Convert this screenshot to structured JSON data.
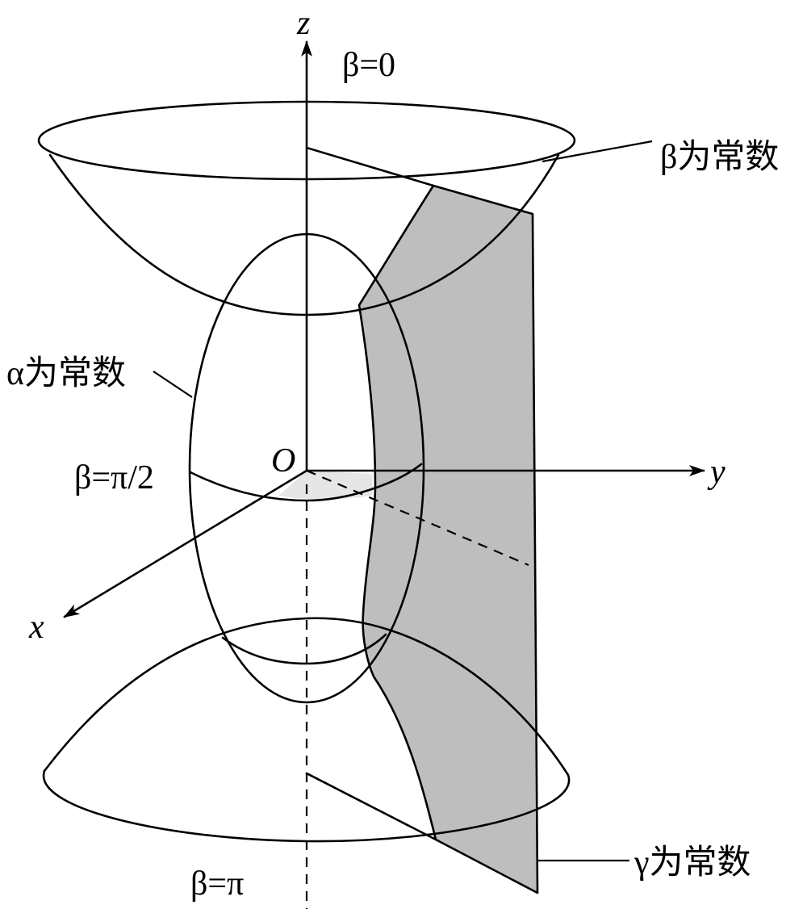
{
  "axes": {
    "z": "z",
    "y": "y",
    "x": "x",
    "origin": "O"
  },
  "labels": {
    "beta_zero": "β=0",
    "beta_half_pi": "β=π/2",
    "beta_pi": "β=π",
    "beta_const": "β为常数",
    "alpha_const": "α为常数",
    "gamma_const": "γ为常数"
  },
  "colors": {
    "stroke": "#000000",
    "surface_shade": "#bebebe",
    "background": "#ffffff"
  }
}
